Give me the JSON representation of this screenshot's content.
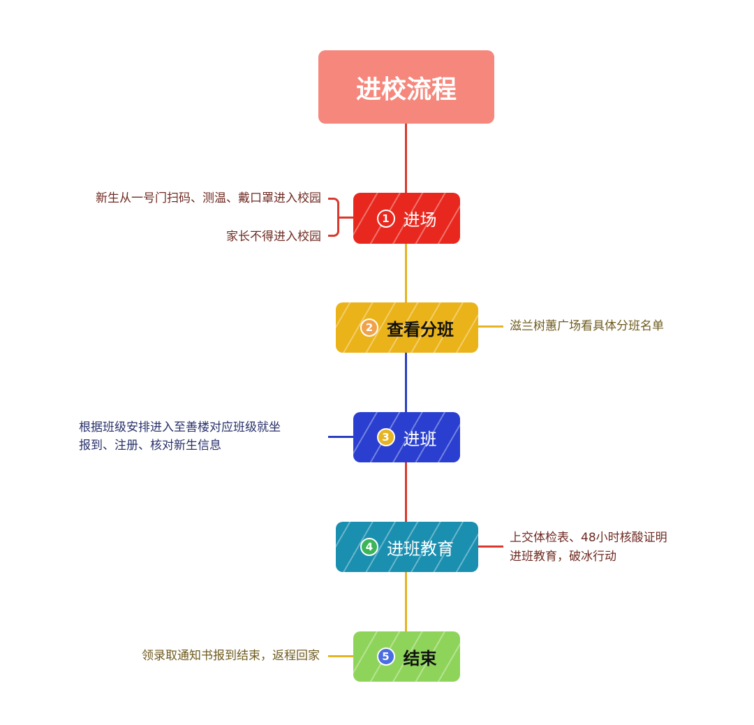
{
  "title": "进校流程",
  "steps": [
    {
      "num": "1",
      "label": "进场",
      "color": "#e8281e",
      "notes": [
        "新生从一号门扫码、测温、戴口罩进入校园",
        "家长不得进入校园"
      ]
    },
    {
      "num": "2",
      "label": "查看分班",
      "color": "#ebb31a",
      "notes": [
        "滋兰树蕙广场看具体分班名单"
      ]
    },
    {
      "num": "3",
      "label": "进班",
      "color": "#2a3fd0",
      "notes": [
        "根据班级安排进入至善楼对应班级就坐",
        "报到、注册、核对新生信息"
      ]
    },
    {
      "num": "4",
      "label": "进班教育",
      "color": "#1a8fb0",
      "notes": [
        "上交体检表、48小时核酸证明",
        "进班教育，破冰行动"
      ]
    },
    {
      "num": "5",
      "label": "结束",
      "color": "#8fd45a",
      "notes": [
        "领录取通知书报到结束，返程回家"
      ]
    }
  ]
}
